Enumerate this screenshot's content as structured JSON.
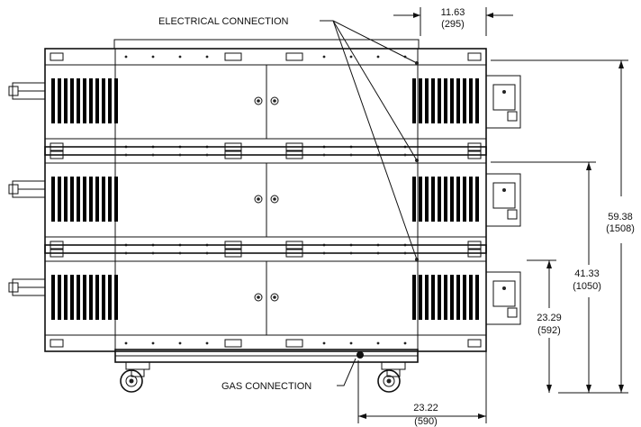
{
  "labels": {
    "electrical": "ELECTRICAL CONNECTION",
    "gas": "GAS CONNECTION"
  },
  "dimensions": {
    "top_width": {
      "in": "11.63",
      "mm": "(295)"
    },
    "overall_height": {
      "in": "59.38",
      "mm": "(1508)"
    },
    "middle_height": {
      "in": "41.33",
      "mm": "(1050)"
    },
    "bottom_height": {
      "in": "23.29",
      "mm": "(592)"
    },
    "gas_offset": {
      "in": "23.22",
      "mm": "(590)"
    }
  }
}
